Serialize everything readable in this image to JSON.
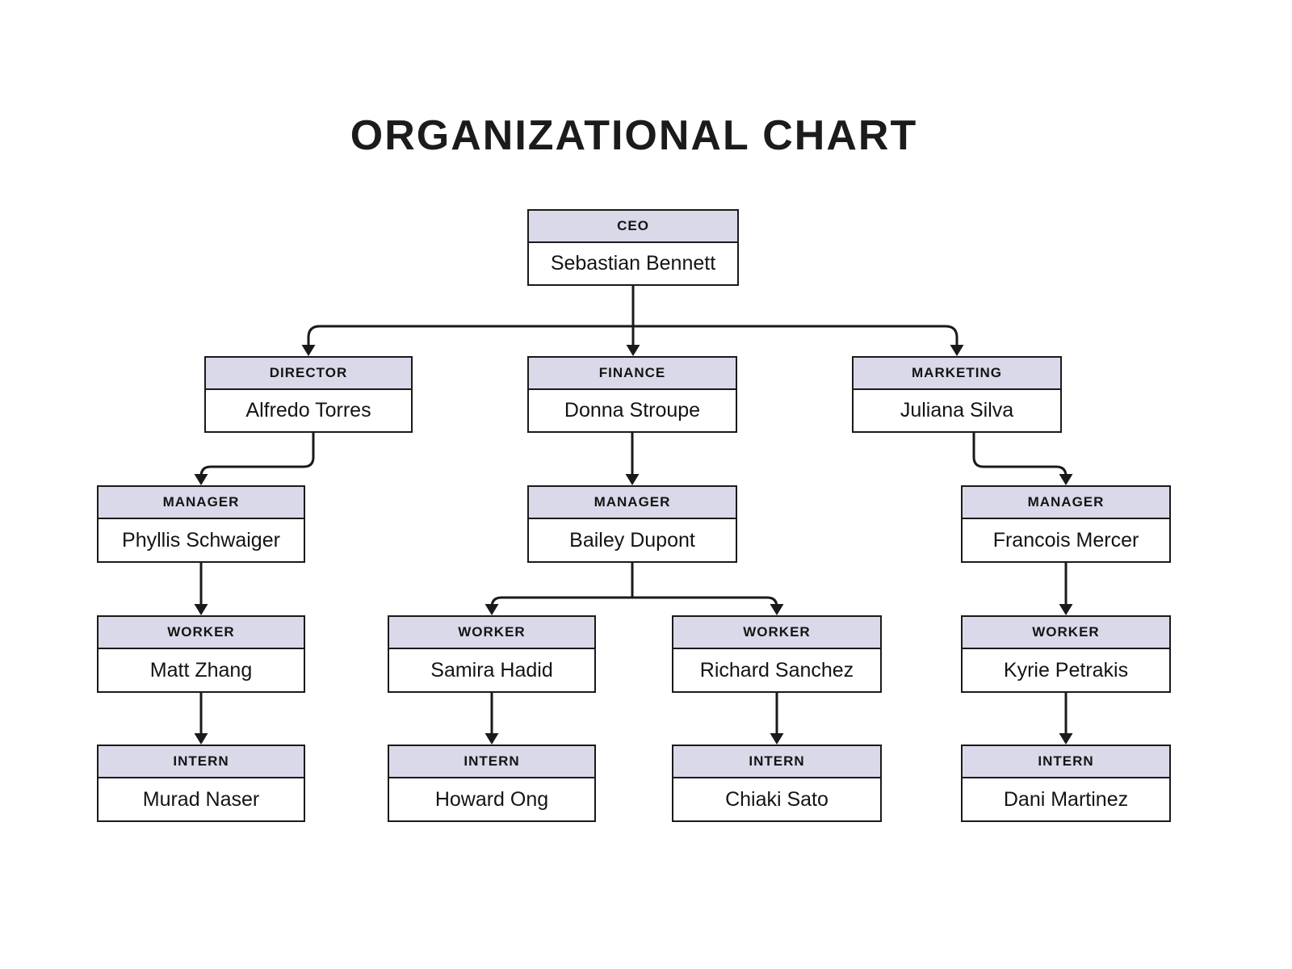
{
  "title": "ORGANIZATIONAL CHART",
  "colors": {
    "background": "#ffffff",
    "node_header_fill": "#d9d9ea",
    "node_body_fill": "#ffffff",
    "border": "#1a1a1a",
    "connector": "#1a1a1a",
    "text": "#141414"
  },
  "nodes": {
    "ceo": {
      "role": "CEO",
      "name": "Sebastian Bennett"
    },
    "director": {
      "role": "DIRECTOR",
      "name": "Alfredo Torres"
    },
    "finance": {
      "role": "FINANCE",
      "name": "Donna Stroupe"
    },
    "marketing": {
      "role": "MARKETING",
      "name": "Juliana Silva"
    },
    "manager_director": {
      "role": "MANAGER",
      "name": "Phyllis Schwaiger"
    },
    "manager_finance": {
      "role": "MANAGER",
      "name": "Bailey Dupont"
    },
    "manager_marketing": {
      "role": "MANAGER",
      "name": "Francois Mercer"
    },
    "worker_director": {
      "role": "WORKER",
      "name": "Matt Zhang"
    },
    "worker_finance_1": {
      "role": "WORKER",
      "name": "Samira Hadid"
    },
    "worker_finance_2": {
      "role": "WORKER",
      "name": "Richard Sanchez"
    },
    "worker_marketing": {
      "role": "WORKER",
      "name": "Kyrie Petrakis"
    },
    "intern_director": {
      "role": "INTERN",
      "name": "Murad Naser"
    },
    "intern_finance_1": {
      "role": "INTERN",
      "name": "Howard Ong"
    },
    "intern_finance_2": {
      "role": "INTERN",
      "name": "Chiaki Sato"
    },
    "intern_marketing": {
      "role": "INTERN",
      "name": "Dani Martinez"
    }
  },
  "hierarchy": {
    "ceo": [
      "director",
      "finance",
      "marketing"
    ],
    "director": [
      "manager_director"
    ],
    "finance": [
      "manager_finance"
    ],
    "marketing": [
      "manager_marketing"
    ],
    "manager_director": [
      "worker_director"
    ],
    "manager_finance": [
      "worker_finance_1",
      "worker_finance_2"
    ],
    "manager_marketing": [
      "worker_marketing"
    ],
    "worker_director": [
      "intern_director"
    ],
    "worker_finance_1": [
      "intern_finance_1"
    ],
    "worker_finance_2": [
      "intern_finance_2"
    ],
    "worker_marketing": [
      "intern_marketing"
    ]
  }
}
